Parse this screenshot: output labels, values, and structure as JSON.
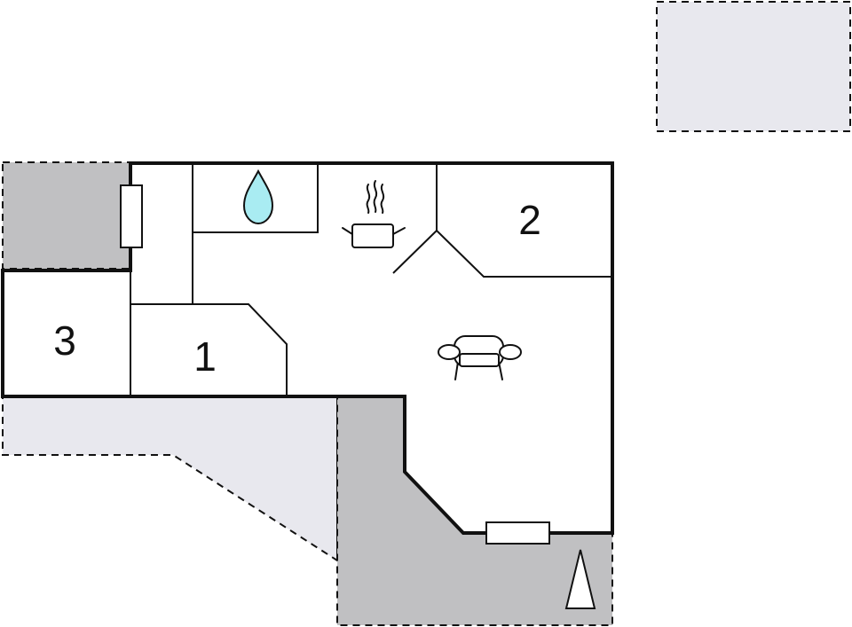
{
  "rooms": [
    {
      "id": "room-1",
      "label": "1"
    },
    {
      "id": "room-2",
      "label": "2"
    },
    {
      "id": "room-3",
      "label": "3"
    }
  ],
  "icons": {
    "bathroom": "water-drop-icon",
    "kitchen": "cooking-pot-icon",
    "living": "armchair-icon",
    "orientation": "north-arrow-icon"
  },
  "colors": {
    "wall": "#111111",
    "terrace_dark": "#c0c0c2",
    "terrace_light": "#e8e8ee",
    "water_drop": "#a9ecf2",
    "background": "#ffffff"
  }
}
